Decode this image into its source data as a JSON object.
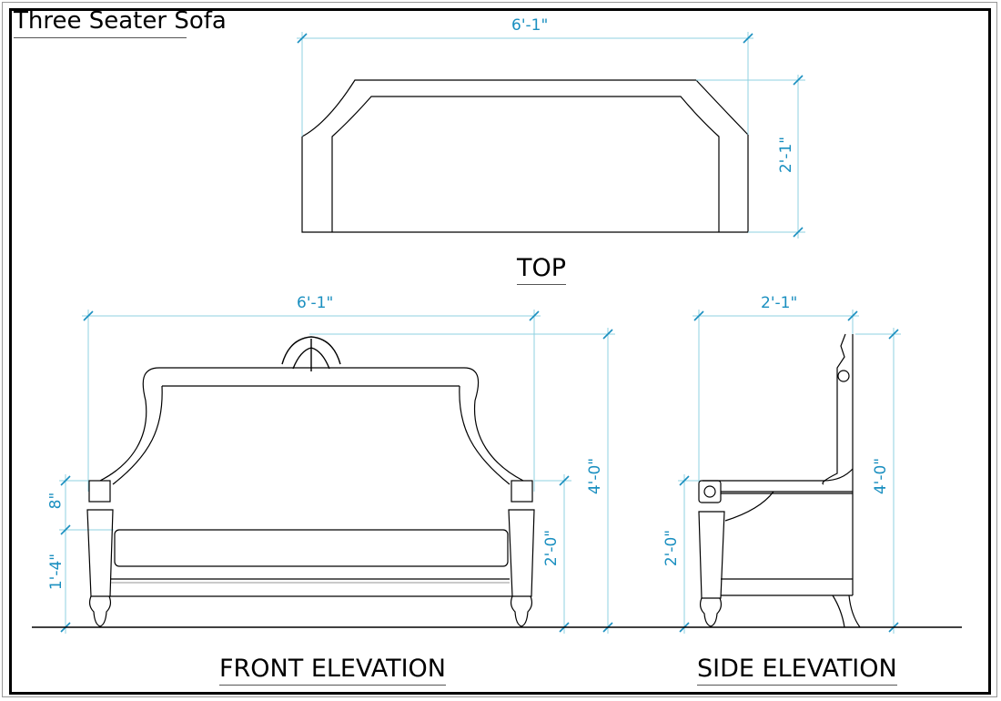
{
  "title": "Three Seater Sofa",
  "views": {
    "top": {
      "label": "TOP",
      "width_dim": "6'-1\"",
      "depth_dim": "2'-1\""
    },
    "front": {
      "label": "FRONT ELEVATION",
      "width_dim": "6'-1\"",
      "height_dim": "4'-0\"",
      "arm_height_dim": "2'-0\"",
      "arm_block_dim": "8\"",
      "seat_height_dim": "1'-4\""
    },
    "side": {
      "label": "SIDE ELEVATION",
      "depth_dim": "2'-1\"",
      "height_dim": "4'-0\"",
      "arm_height_dim": "2'-0\""
    }
  },
  "colors": {
    "dimension": "#1a8fc0",
    "extension": "#8fd0e0",
    "line": "#000000"
  }
}
